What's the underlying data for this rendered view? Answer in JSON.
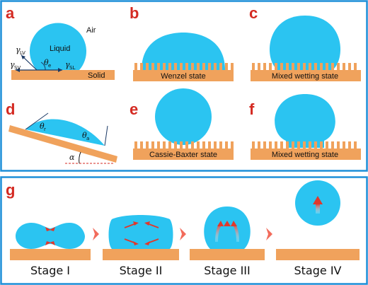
{
  "colors": {
    "frame": "#1e8fd8",
    "liquid": "#2bc4f1",
    "substrate": "#f0a25c",
    "label": "#d42a22",
    "chevron": "#f26b5b",
    "arrow": "#e0382c"
  },
  "panels": {
    "a": {
      "label": "a",
      "air": "Air",
      "liquid": "Liquid",
      "solid": "Solid",
      "gamma_lv": "γ",
      "gamma_lv_sub": "LV",
      "gamma_sv": "γ",
      "gamma_sv_sub": "SV",
      "gamma_sl": "γ",
      "gamma_sl_sub": "SL",
      "theta": "θ",
      "theta_sub": "e"
    },
    "b": {
      "label": "b",
      "caption": "Wenzel state"
    },
    "c": {
      "label": "c",
      "caption": "Mixed wetting state"
    },
    "d": {
      "label": "d",
      "theta_r": "θ",
      "theta_r_sub": "r",
      "theta_a": "θ",
      "theta_a_sub": "a",
      "alpha": "α"
    },
    "e": {
      "label": "e",
      "caption": "Cassie-Baxter state"
    },
    "f": {
      "label": "f",
      "caption": "Mixed wetting state"
    },
    "g": {
      "label": "g",
      "stages": [
        "Stage I",
        "Stage II",
        "Stage III",
        "Stage IV"
      ],
      "chevrons": [
        "chevron-right-icon",
        "chevron-right-icon",
        "chevron-right-icon"
      ]
    }
  }
}
